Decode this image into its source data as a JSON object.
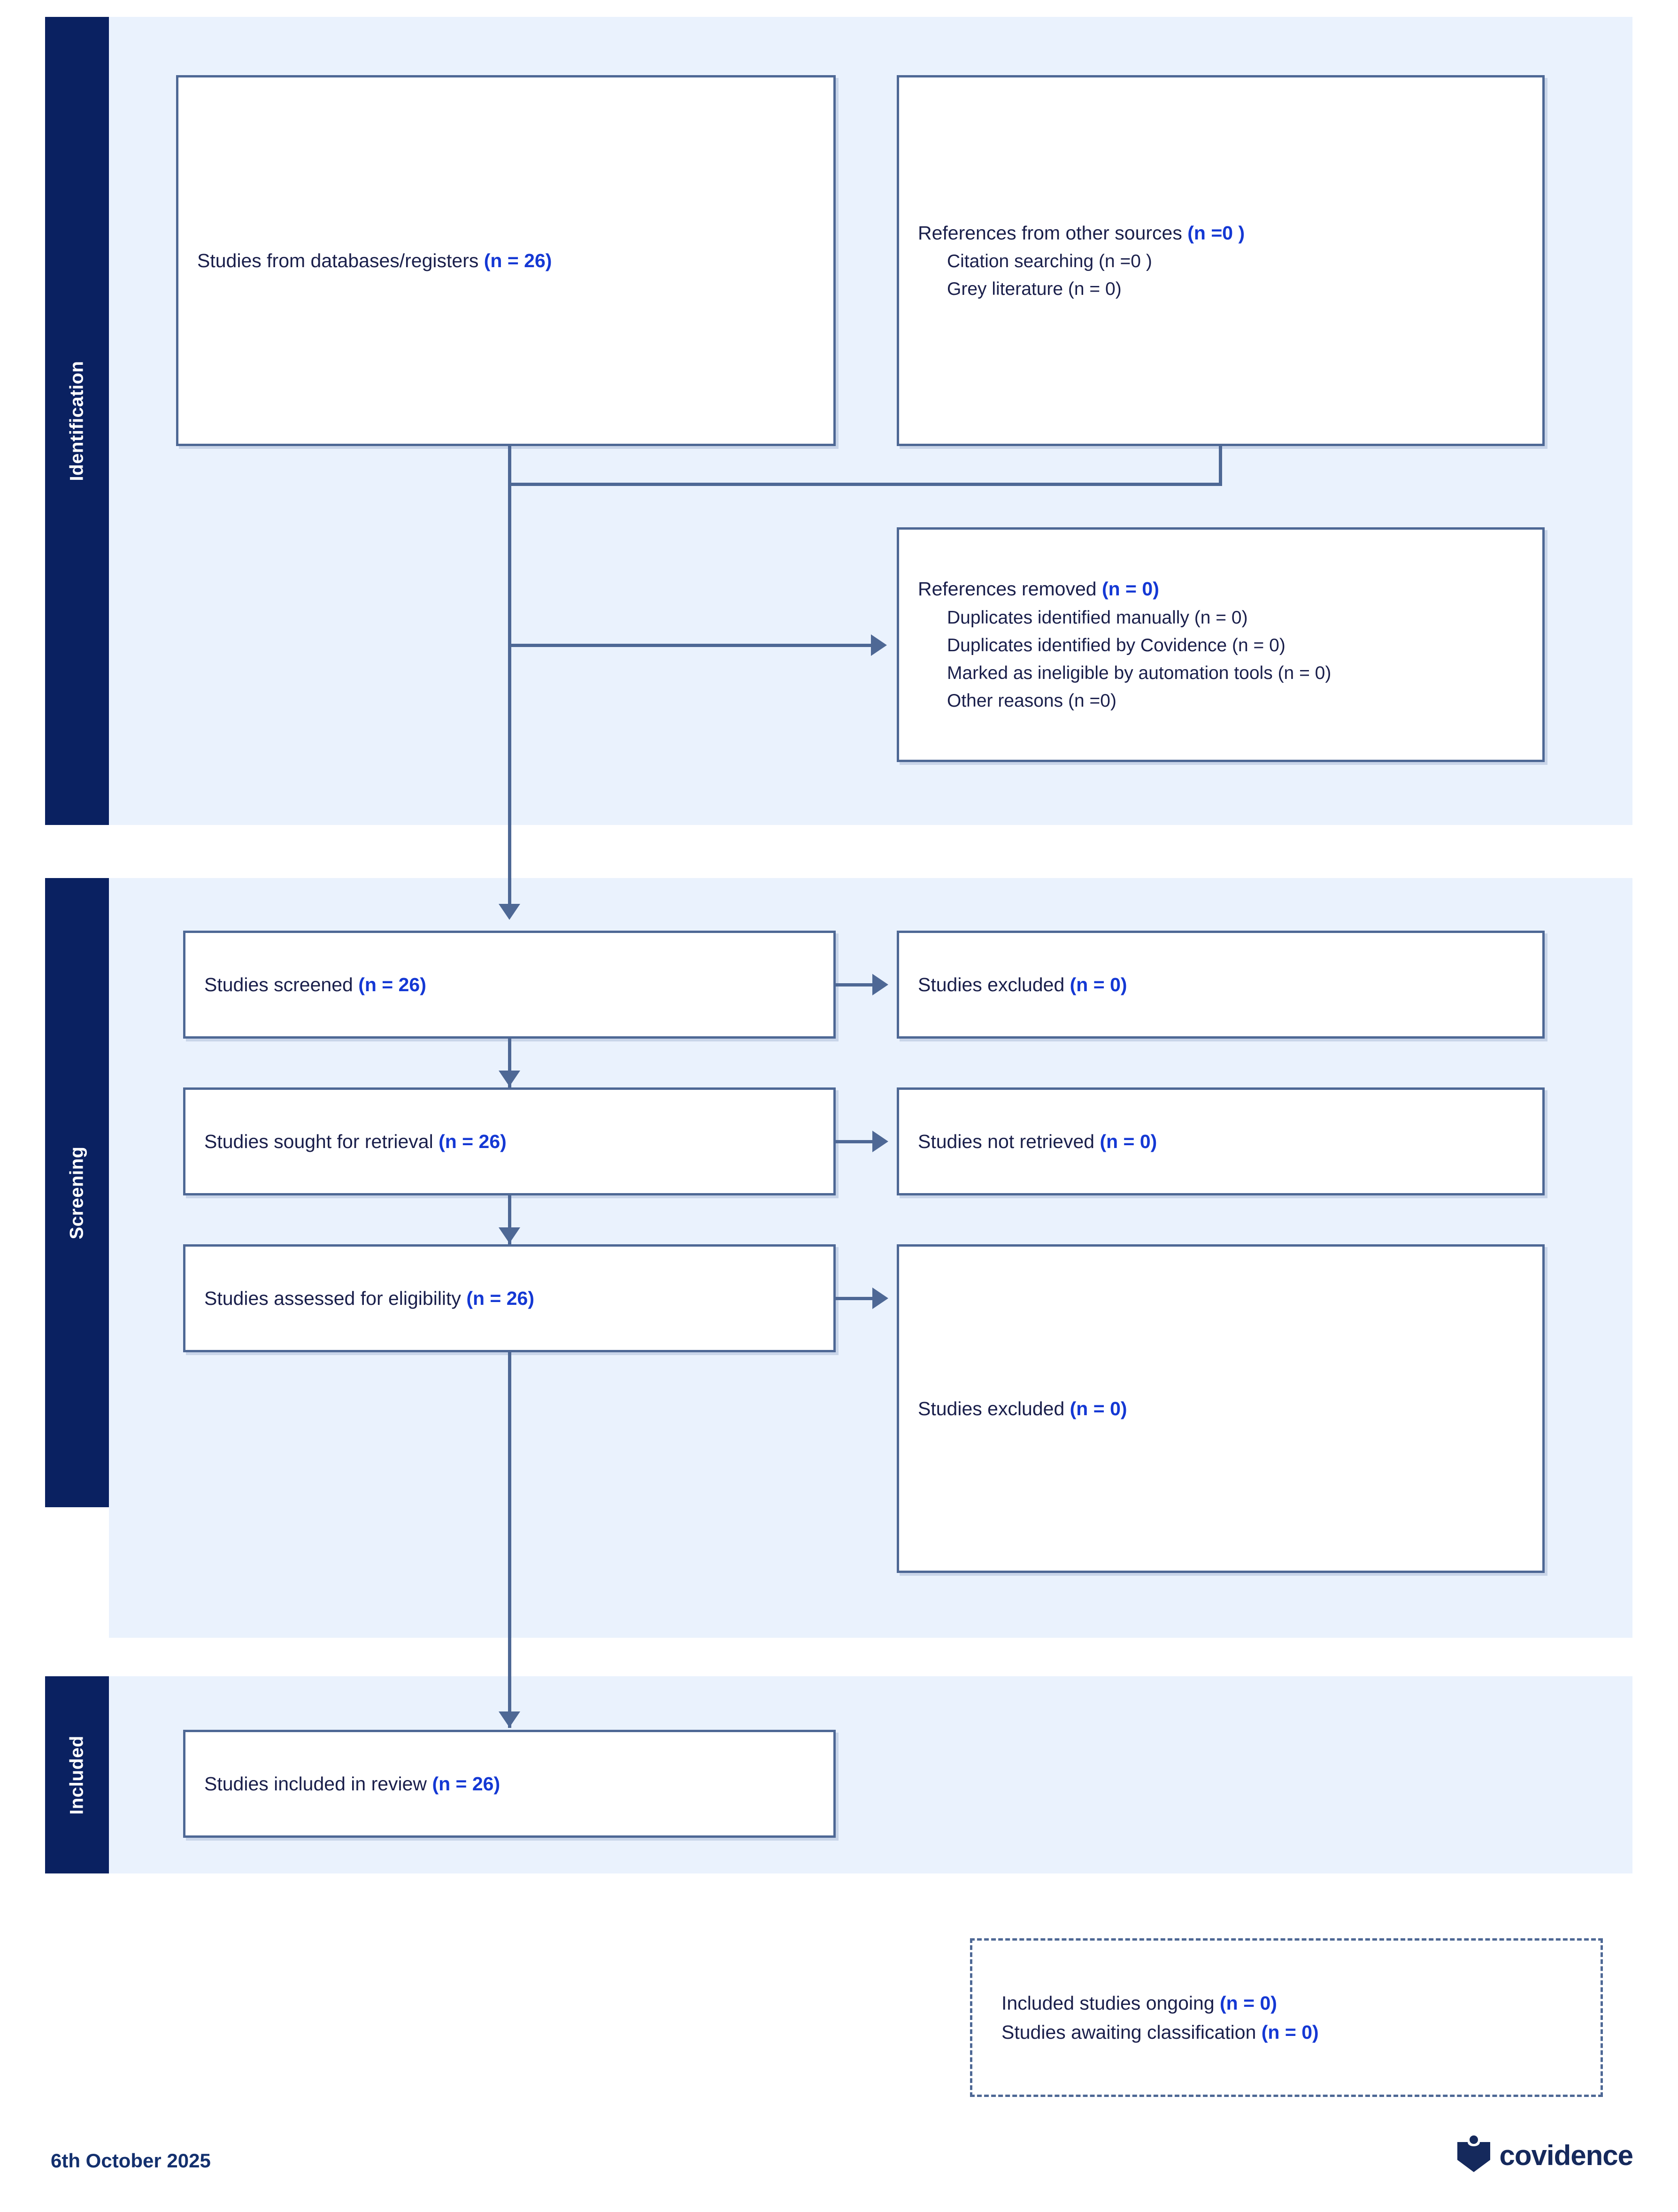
{
  "stages": {
    "identification": "Identification",
    "screening": "Screening",
    "included": "Included"
  },
  "boxes": {
    "databases": {
      "title": "Studies from databases/registers",
      "count": "(n = 26)"
    },
    "other_sources": {
      "title": "References from other sources",
      "count": "(n =0 )",
      "items": [
        {
          "label": "Citation searching",
          "count": "(n =0 )"
        },
        {
          "label": "Grey literature",
          "count": "(n = 0)"
        }
      ]
    },
    "references_removed": {
      "title": "References removed",
      "count": "(n = 0)",
      "items": [
        {
          "label": "Duplicates identified manually",
          "count": "(n = 0)"
        },
        {
          "label": "Duplicates identified by Covidence",
          "count": "(n = 0)"
        },
        {
          "label": "Marked as ineligible by automation tools",
          "count": "(n = 0)"
        },
        {
          "label": "Other reasons",
          "count": "(n =0)"
        }
      ]
    },
    "screened": {
      "title": "Studies screened",
      "count": "(n = 26)"
    },
    "screened_excluded": {
      "title": "Studies excluded",
      "count": "(n = 0)"
    },
    "sought": {
      "title": "Studies sought for retrieval",
      "count": "(n = 26)"
    },
    "not_retrieved": {
      "title": "Studies not retrieved",
      "count": "(n = 0)"
    },
    "eligibility": {
      "title": "Studies assessed for eligibility",
      "count": "(n = 26)"
    },
    "eligibility_excluded": {
      "title": "Studies excluded",
      "count": "(n = 0)"
    },
    "included_review": {
      "title": "Studies included in review",
      "count": "(n = 26)"
    },
    "ongoing": {
      "lines": [
        {
          "label": "Included studies ongoing",
          "count": "(n = 0)"
        },
        {
          "label": "Studies awaiting classification",
          "count": "(n = 0)"
        }
      ]
    }
  },
  "footer": {
    "date": "6th October 2025",
    "brand": "covidence"
  },
  "colors": {
    "stage_tab": "#0a2161",
    "band": "#eaf2fd",
    "box_border": "#4e6895",
    "text": "#1a1f4b",
    "count": "#1438d4",
    "brand": "#15295c"
  }
}
